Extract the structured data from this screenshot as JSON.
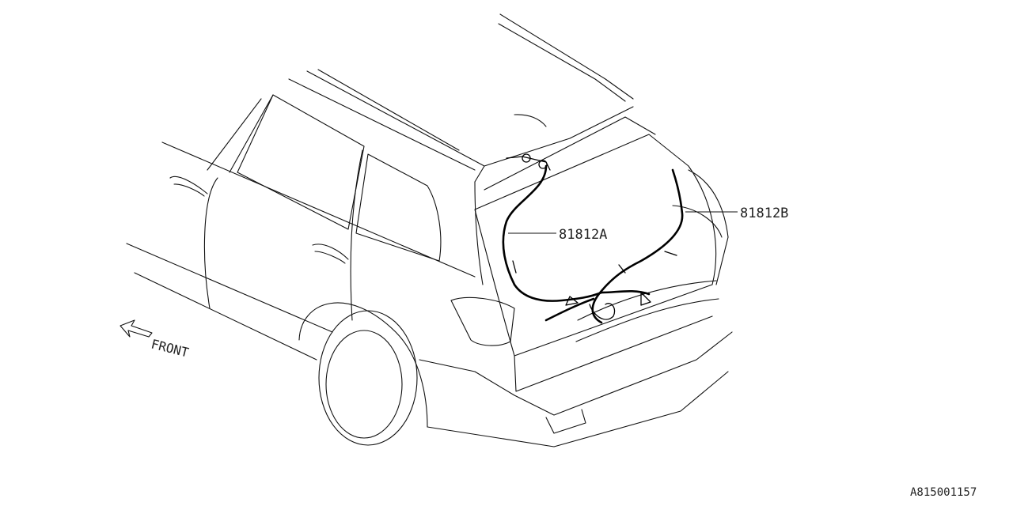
{
  "callouts": [
    {
      "part_number": "81812A"
    },
    {
      "part_number": "81812B"
    }
  ],
  "direction_label": "FRONT",
  "figure_reference": "A815001157"
}
